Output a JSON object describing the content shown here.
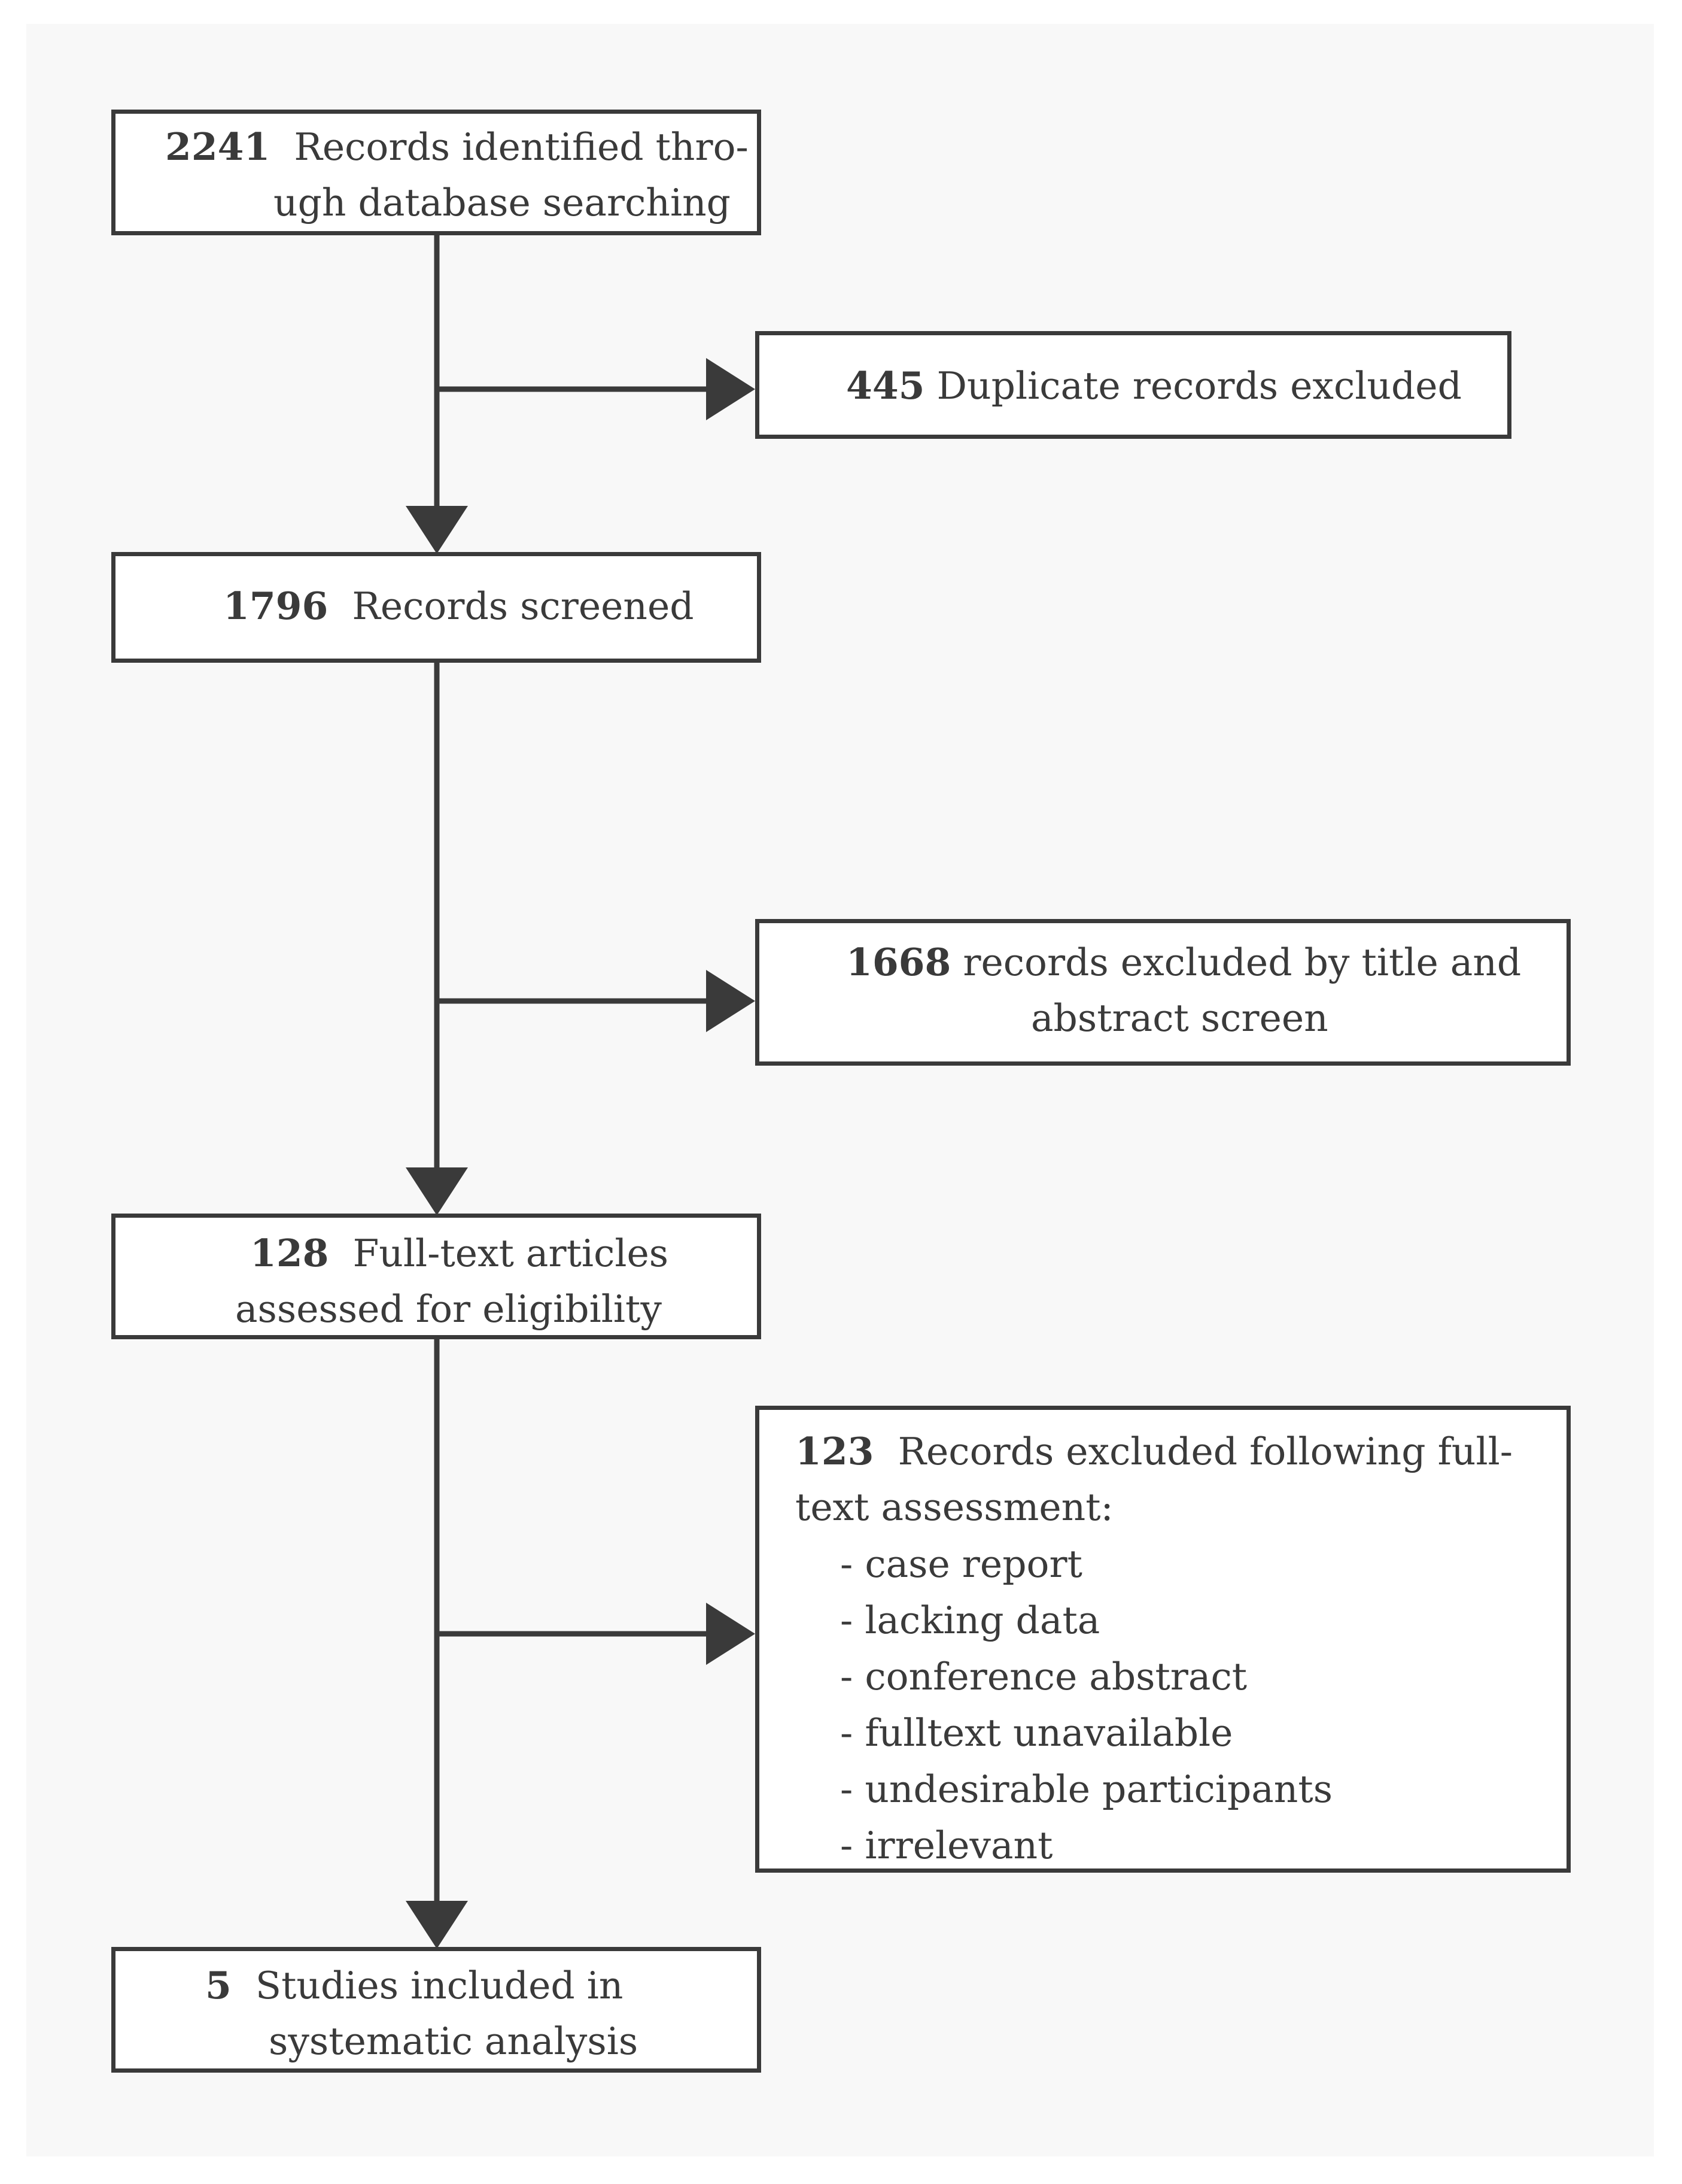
{
  "boxes": {
    "identified": {
      "num": "2241",
      "line1": "Records identified thro-",
      "line2": "ugh database searching"
    },
    "duplicates": {
      "num": "445",
      "line1": "Duplicate records excluded"
    },
    "screened": {
      "num": "1796",
      "line1": "Records screened"
    },
    "excluded_title": {
      "num": "1668",
      "line1": "records excluded by title and",
      "line2": "abstract screen"
    },
    "fulltext": {
      "num": "128",
      "line1": "Full-text articles",
      "line2": "assessed for eligibility"
    },
    "excluded_fulltext": {
      "num": "123",
      "line1": "Records excluded following full-",
      "line2": "text assessment:",
      "reasons": [
        "- case report",
        "- lacking data",
        "- conference abstract",
        "- fulltext unavailable",
        "- undesirable participants",
        "- irrelevant"
      ]
    },
    "included": {
      "num": "5",
      "line1": "Studies included in",
      "line2": "systematic analysis"
    }
  },
  "colors": {
    "stroke": "#3a3a3a",
    "panel": "#f8f8f8",
    "box_fill": "#ffffff"
  }
}
